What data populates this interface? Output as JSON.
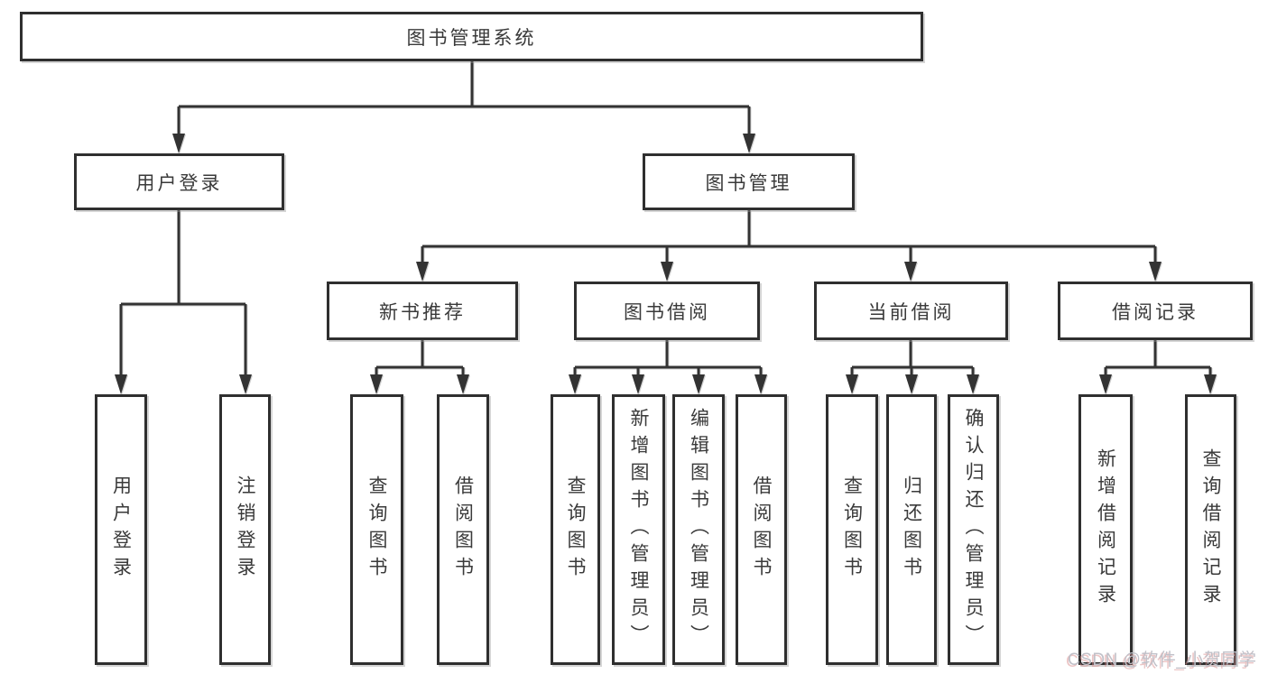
{
  "diagram_title": "图书管理系统",
  "nodes": {
    "root": {
      "label": "图书管理系统"
    },
    "user_login": {
      "label": "用户登录"
    },
    "user_login_action": {
      "label": "用户登录"
    },
    "logout": {
      "label": "注销登录"
    },
    "book_mgmt": {
      "label": "图书管理"
    },
    "new_book_rec": {
      "label": "新书推荐"
    },
    "nbr_query_book": {
      "label": "查询图书"
    },
    "nbr_borrow_book": {
      "label": "借阅图书"
    },
    "book_borrow": {
      "label": "图书借阅"
    },
    "bb_query_book": {
      "label": "查询图书"
    },
    "bb_add_book": {
      "label": "新增图书（管理员）"
    },
    "bb_edit_book": {
      "label": "编辑图书（管理员）"
    },
    "bb_borrow_book": {
      "label": "借阅图书"
    },
    "current_borrow": {
      "label": "当前借阅"
    },
    "cb_query_book": {
      "label": "查询图书"
    },
    "cb_return_book": {
      "label": "归还图书"
    },
    "cb_confirm_return": {
      "label": "确认归还（管理员）"
    },
    "borrow_records": {
      "label": "借阅记录"
    },
    "br_add_record": {
      "label": "新增借阅记录"
    },
    "br_query_record": {
      "label": "查询借阅记录"
    }
  },
  "structure": {
    "root": {
      "id": "root",
      "children": [
        {
          "id": "user_login",
          "children": [
            {
              "id": "user_login_action"
            },
            {
              "id": "logout"
            }
          ]
        },
        {
          "id": "book_mgmt",
          "children": [
            {
              "id": "new_book_rec",
              "children": [
                {
                  "id": "nbr_query_book"
                },
                {
                  "id": "nbr_borrow_book"
                }
              ]
            },
            {
              "id": "book_borrow",
              "children": [
                {
                  "id": "bb_query_book"
                },
                {
                  "id": "bb_add_book"
                },
                {
                  "id": "bb_edit_book"
                },
                {
                  "id": "bb_borrow_book"
                }
              ]
            },
            {
              "id": "current_borrow",
              "children": [
                {
                  "id": "cb_query_book"
                },
                {
                  "id": "cb_return_book"
                },
                {
                  "id": "cb_confirm_return"
                }
              ]
            },
            {
              "id": "borrow_records",
              "children": [
                {
                  "id": "br_add_record"
                },
                {
                  "id": "br_query_record"
                }
              ]
            }
          ]
        }
      ]
    }
  },
  "colors": {
    "line": "#333333",
    "box_border": "#2f2f2f",
    "box_fill": "#ffffff",
    "text": "#3a3a3a",
    "watermark_text": "#c0c0c8",
    "watermark_accent": "#d98c8c"
  },
  "watermark": {
    "text": "CSDN @软件_小贺同学"
  }
}
